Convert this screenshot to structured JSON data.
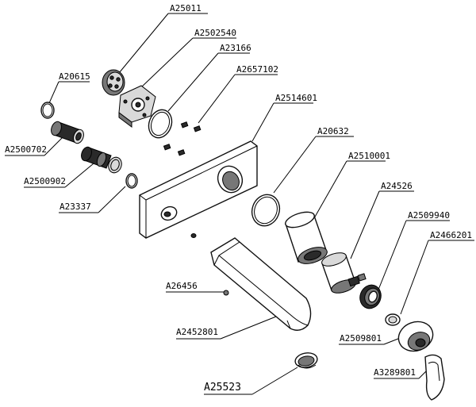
{
  "parts": [
    {
      "id": "a25011",
      "code": "A25011"
    },
    {
      "id": "a2502540",
      "code": "A2502540"
    },
    {
      "id": "a23166",
      "code": "A23166"
    },
    {
      "id": "a2657102",
      "code": "A2657102"
    },
    {
      "id": "a20615",
      "code": "A20615"
    },
    {
      "id": "a2514601",
      "code": "A2514601"
    },
    {
      "id": "a2500702",
      "code": "A2500702"
    },
    {
      "id": "a20632",
      "code": "A20632"
    },
    {
      "id": "a2510001",
      "code": "A2510001"
    },
    {
      "id": "a2500902",
      "code": "A2500902"
    },
    {
      "id": "a24526",
      "code": "A24526"
    },
    {
      "id": "a23337",
      "code": "A23337"
    },
    {
      "id": "a2509940",
      "code": "A2509940"
    },
    {
      "id": "a2466201",
      "code": "A2466201"
    },
    {
      "id": "a26456",
      "code": "A26456"
    },
    {
      "id": "a2452801",
      "code": "A2452801"
    },
    {
      "id": "a2509801",
      "code": "A2509801"
    },
    {
      "id": "a3289801",
      "code": "A3289801"
    },
    {
      "id": "a25523",
      "code": "A25523"
    }
  ]
}
